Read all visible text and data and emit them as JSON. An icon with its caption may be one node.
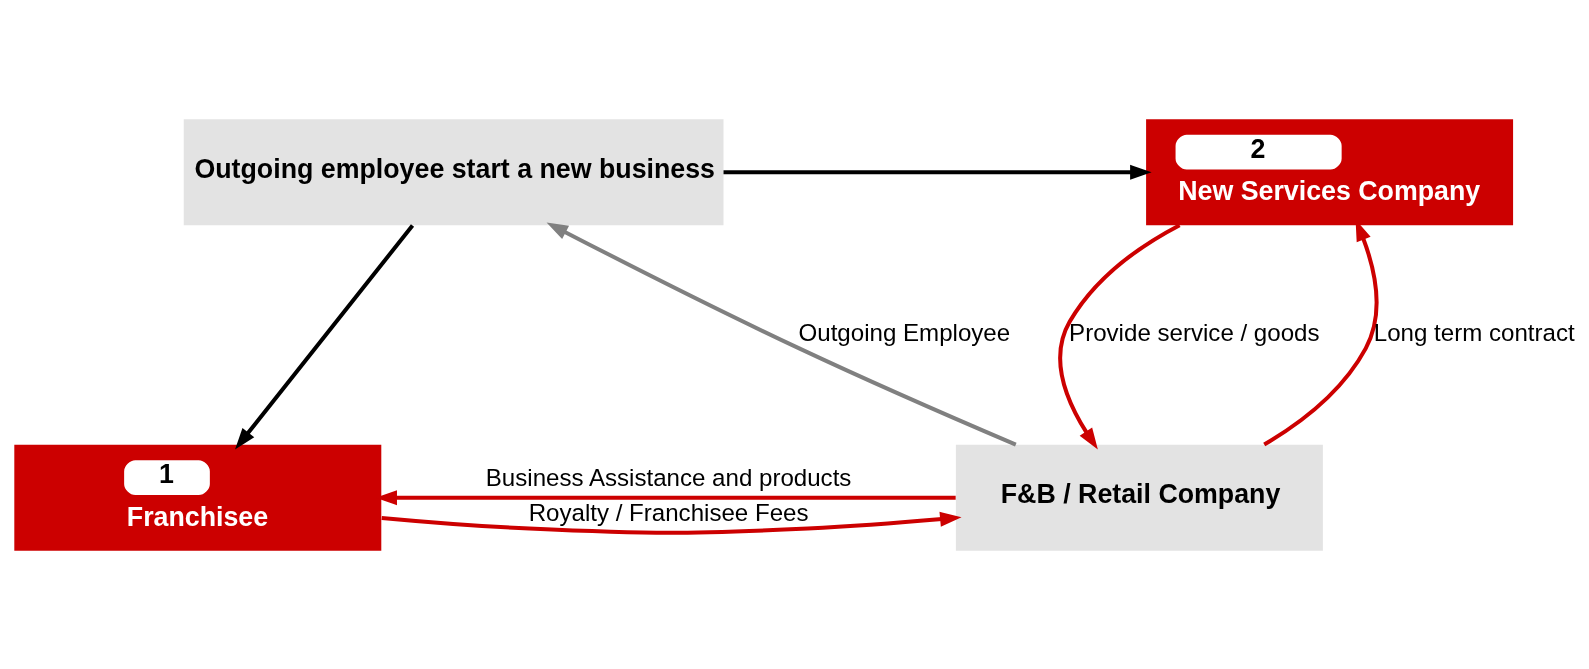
{
  "diagram": {
    "nodes": [
      {
        "text": [
          "Outgoing employee start a new business"
        ]
      },
      {
        "text": [
          "2",
          "New Services Company"
        ]
      },
      {
        "text": [
          "1",
          "Franchisee"
        ]
      },
      {
        "text": [
          "F&B / Retail Company"
        ]
      }
    ],
    "edges": [
      {
        "from": 0,
        "to": 1,
        "arrow": "to",
        "color": "#000000"
      },
      {
        "from": 0,
        "to": 2,
        "arrow": "to",
        "color": "#000000"
      },
      {
        "from": 3,
        "to": 0,
        "arrow": "to",
        "label": "Outgoing Employee",
        "color": "#808080"
      },
      {
        "from": 1,
        "to": 3,
        "arrow": "to",
        "label": "Provide service / goods"
      },
      {
        "from": 3,
        "to": 1,
        "arrow": "to",
        "label": "Long term contract"
      },
      {
        "from": 2,
        "to": 3,
        "arrow": "to",
        "label": "Royalty / Franchisee Fees"
      },
      {
        "from": 3,
        "to": 2,
        "arrow": "to",
        "label": "Business Assistance and products"
      }
    ]
  }
}
